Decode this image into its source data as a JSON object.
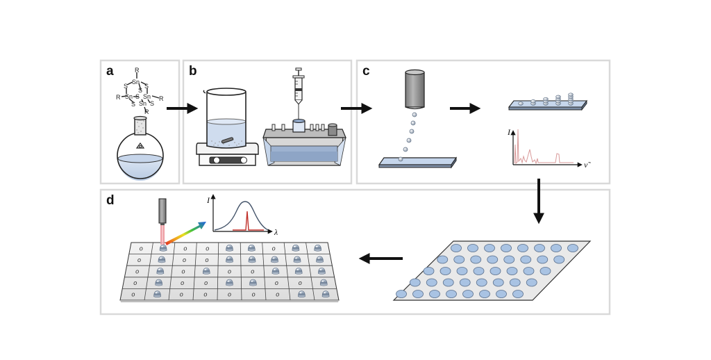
{
  "figure": {
    "description": "Workflow schematic: molecular tin-sulfide cluster synthesis, solution preparation, inkjet deposition and calibration, array printing, and spectroscopic screening",
    "panels": [
      {
        "id": "a",
        "label": "a",
        "content": "Sn4S6R4 cluster structure and round-bottom flask"
      },
      {
        "id": "b",
        "label": "b",
        "content": "Beaker on stirring hotplate, syringe filling inkjet reservoir"
      },
      {
        "id": "c",
        "label": "c",
        "content": "Inkjet nozzle dispensing droplets on substrate, droplet stacks, spectrum"
      },
      {
        "id": "d",
        "label": "d",
        "content": "Laser probing of printed array with emission spectrum"
      }
    ]
  },
  "molecule": {
    "atoms": {
      "sn": "Sn",
      "s": "S",
      "r": "R"
    }
  },
  "spectrum_c": {
    "y_axis_label": "I",
    "x_axis_label": "ν̃",
    "color": "#d99a9a"
  },
  "spectrum_d": {
    "y_axis_label": "I",
    "x_axis_label": "λ",
    "broad_color": "#44546a",
    "narrow_color": "#c0302a"
  },
  "array_d": {
    "rows": 5,
    "cols": 9,
    "empty_marker": "o",
    "cells": [
      [
        0,
        1,
        0,
        0,
        1,
        1,
        0,
        1,
        1
      ],
      [
        0,
        1,
        0,
        0,
        1,
        1,
        1,
        1,
        1
      ],
      [
        0,
        1,
        0,
        1,
        0,
        0,
        1,
        1,
        1
      ],
      [
        0,
        1,
        0,
        0,
        1,
        1,
        0,
        0,
        1
      ],
      [
        0,
        1,
        0,
        0,
        0,
        0,
        0,
        1,
        1
      ]
    ]
  },
  "plate": {
    "rows": 5,
    "cols": 8,
    "spot_color": "#a9c3e3"
  },
  "colors": {
    "panel_border": "#d9d9d9",
    "liquid": "#c8d8ee",
    "arrow": "#111111"
  }
}
